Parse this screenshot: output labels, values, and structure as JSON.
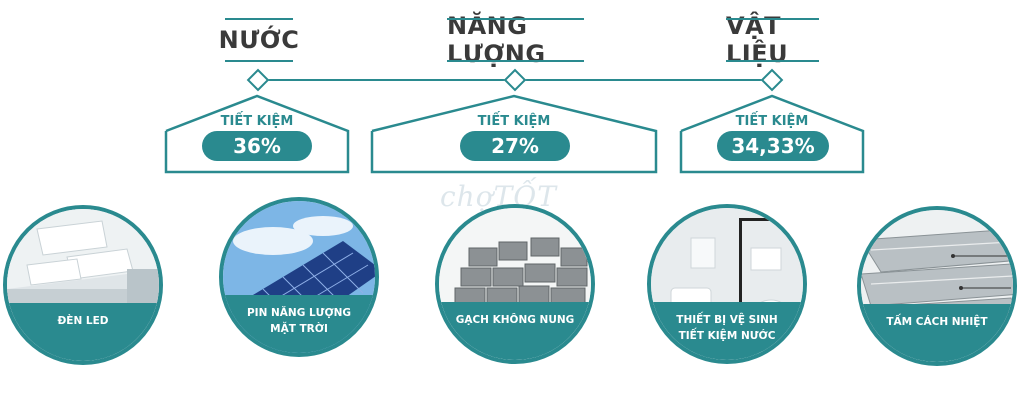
{
  "categories": [
    {
      "title": "NƯỚC",
      "saving_label": "TIẾT KIỆM",
      "saving_value": "36%"
    },
    {
      "title": "NĂNG LƯỢNG",
      "saving_label": "TIẾT KIỆM",
      "saving_value": "27%"
    },
    {
      "title": "VẬT LIỆU",
      "saving_label": "TIẾT KIỆM",
      "saving_value": "34,33%"
    }
  ],
  "products": [
    {
      "line1": "ĐÈN LED",
      "line2": ""
    },
    {
      "line1": "PIN NĂNG LƯỢNG",
      "line2": "MẶT TRỜI"
    },
    {
      "line1": "GẠCH KHÔNG NUNG",
      "line2": ""
    },
    {
      "line1": "THIẾT BỊ VỆ SINH",
      "line2": "TIẾT KIỆM NƯỚC"
    },
    {
      "line1": "TẤM CÁCH NHIỆT",
      "line2": ""
    }
  ],
  "watermark": "chợTỐT",
  "colors": {
    "accent": "#2a8a8f",
    "title": "#3a3a3a"
  }
}
